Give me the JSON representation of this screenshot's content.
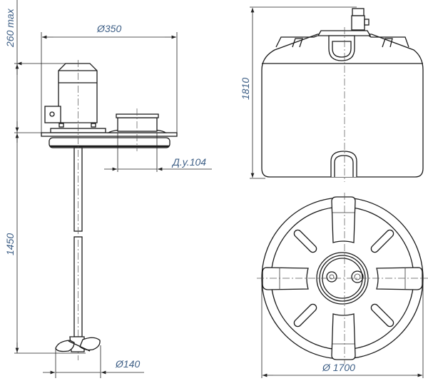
{
  "title": "Mixer and tank dimensional drawing",
  "views": {
    "mixer_side": {
      "dim_motor_height": "260 max",
      "dim_flange_diameter": "Ø350",
      "dim_nozzle": "Д.у.104",
      "dim_shaft_length": "1450",
      "dim_impeller_diameter": "Ø140"
    },
    "tank_front": {
      "dim_height": "1810"
    },
    "tank_top": {
      "dim_diameter": "Ø 1700"
    }
  },
  "colors": {
    "line": "#1a1a1a",
    "dimension_text": "#3e5f86"
  }
}
